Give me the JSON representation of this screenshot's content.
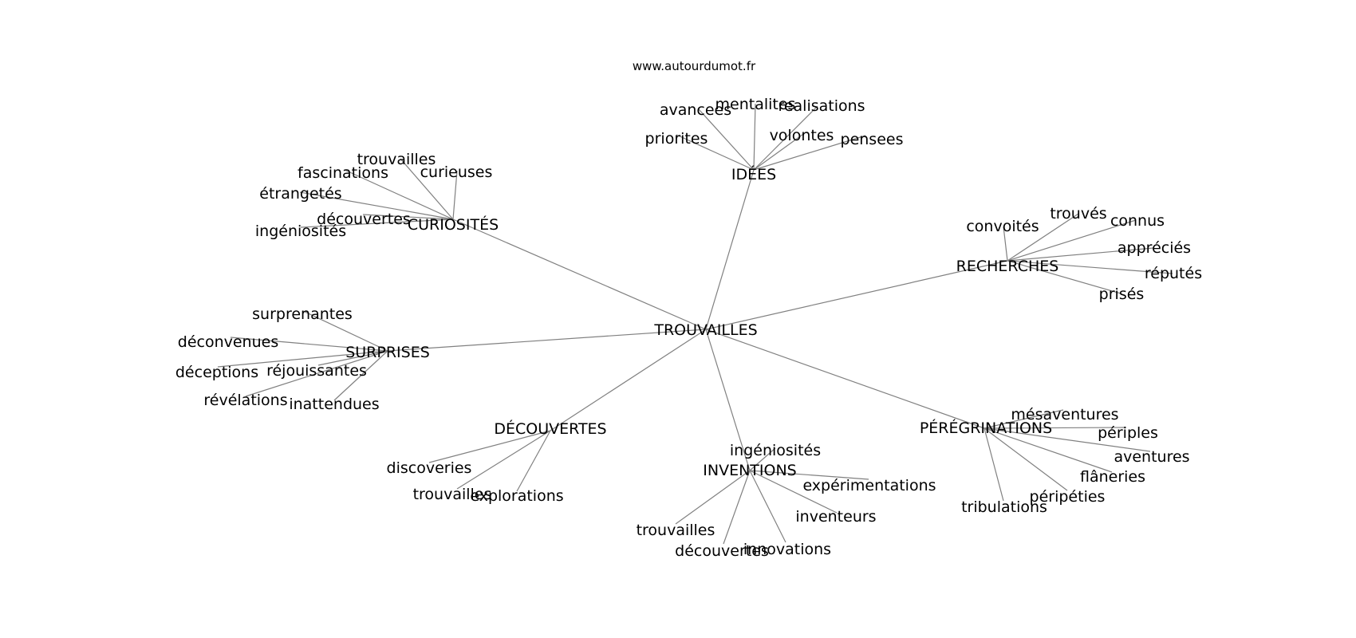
{
  "site": "www.autourdumot.fr",
  "edge_color": "#808080",
  "center": {
    "id": "TROUVAILLES",
    "label": "TROUVAILLES"
  },
  "hubs": [
    {
      "id": "IDEES",
      "label": "IDÉES",
      "leaves": [
        "avancees",
        "mentalites",
        "realisations",
        "priorites",
        "volontes",
        "pensees"
      ]
    },
    {
      "id": "CURIOSITES",
      "label": "CURIOSITÉS",
      "leaves": [
        "trouvailles",
        "fascinations",
        "curieuses",
        "étrangetés",
        "découvertes",
        "ingéniosités"
      ]
    },
    {
      "id": "RECHERCHES",
      "label": "RECHERCHES",
      "leaves": [
        "convoités",
        "trouvés",
        "connus",
        "appréciés",
        "réputés",
        "prisés"
      ]
    },
    {
      "id": "SURPRISES",
      "label": "SURPRISES",
      "leaves": [
        "surprenantes",
        "déconvenues",
        "déceptions",
        "réjouissantes",
        "révélations",
        "inattendues"
      ]
    },
    {
      "id": "DECOUVERTES",
      "label": "DÉCOUVERTES",
      "leaves": [
        "discoveries",
        "trouvailles",
        "explorations"
      ]
    },
    {
      "id": "INVENTIONS",
      "label": "INVENTIONS",
      "leaves": [
        "ingéniosités",
        "expérimentations",
        "inventeurs",
        "innovations",
        "découvertes",
        "trouvailles"
      ]
    },
    {
      "id": "PEREGRINATIONS",
      "label": "PÉRÉGRINATIONS",
      "leaves": [
        "mésaventures",
        "périples",
        "aventures",
        "flâneries",
        "péripéties",
        "tribulations"
      ]
    }
  ]
}
